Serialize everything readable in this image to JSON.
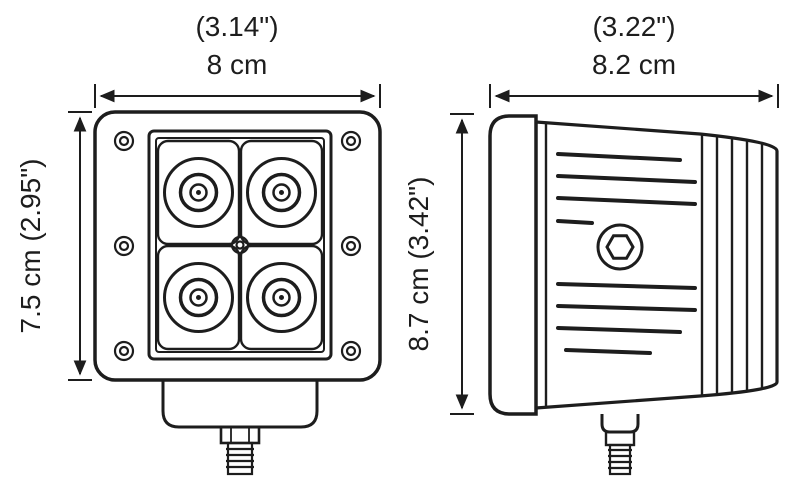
{
  "colors": {
    "line": "#1d1d1d",
    "background": "#ffffff"
  },
  "front_view": {
    "width_inches": "(3.14\")",
    "width_cm": "8 cm",
    "height": "7.5 cm (2.95\")"
  },
  "side_view": {
    "width_inches": "(3.22\")",
    "width_cm": "8.2 cm",
    "height": "8.7 cm (3.42\")"
  }
}
